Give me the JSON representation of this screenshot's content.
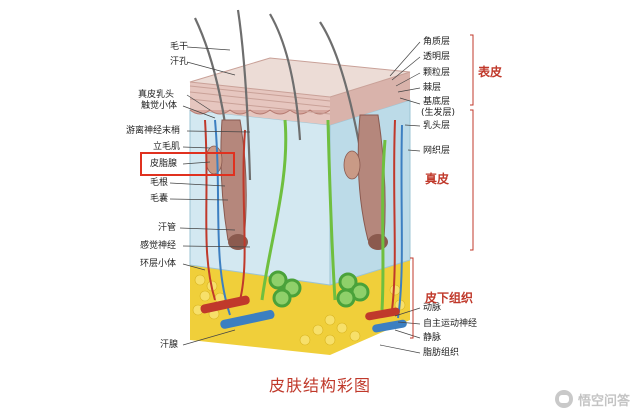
{
  "caption": "皮肤结构彩图",
  "watermark": {
    "text": "悟空问答",
    "icon": "wukong-logo-icon"
  },
  "labels_left": [
    {
      "id": "maogan",
      "text": "毛干"
    },
    {
      "id": "hankong",
      "text": "汗孔"
    },
    {
      "id": "zhenpiruto",
      "text": "真皮乳头"
    },
    {
      "id": "chujuexiaoti",
      "text": "触觉小体"
    },
    {
      "id": "youlishenjing",
      "text": "游离神经末梢"
    },
    {
      "id": "limaoji",
      "text": "立毛肌"
    },
    {
      "id": "pizhixian",
      "text": "皮脂腺"
    },
    {
      "id": "maogen",
      "text": "毛根"
    },
    {
      "id": "maonang",
      "text": "毛囊"
    },
    {
      "id": "hanguan",
      "text": "汗管"
    },
    {
      "id": "ganjueshenjing",
      "text": "感觉神经"
    },
    {
      "id": "huancengxiaoti",
      "text": "环层小体"
    },
    {
      "id": "hanxian",
      "text": "汗腺"
    }
  ],
  "labels_right": [
    {
      "id": "jiaozhiceng",
      "text": "角质层"
    },
    {
      "id": "toumingceng",
      "text": "透明层"
    },
    {
      "id": "keliceng",
      "text": "颗粒层"
    },
    {
      "id": "jiceng",
      "text": "棘层"
    },
    {
      "id": "jidiceng",
      "text": "基底层"
    },
    {
      "id": "shengfaceng",
      "text": "(生发层)"
    },
    {
      "id": "rutouceng",
      "text": "乳头层"
    },
    {
      "id": "wangzhiceng",
      "text": "网织层"
    },
    {
      "id": "dongmai",
      "text": "动脉"
    },
    {
      "id": "zizhushenjing",
      "text": "自主运动神经"
    },
    {
      "id": "jingmai",
      "text": "静脉"
    },
    {
      "id": "zhifangzuzhi",
      "text": "脂肪组织"
    }
  ],
  "groups": [
    {
      "id": "biaopi",
      "text": "表皮"
    },
    {
      "id": "zhenpi",
      "text": "真皮"
    },
    {
      "id": "pixiazuzhi",
      "text": "皮下组织"
    }
  ],
  "highlighted_label": "皮脂腺",
  "colors": {
    "accent": "#c0392b",
    "highlight_box": "#e0311f",
    "dermis": "#cfe6ef",
    "epidermis": "#e7cbc4",
    "fat": "#f0cf3a",
    "nerve": "#6fbf3f",
    "artery": "#c0392b",
    "vein": "#3c7fc1"
  }
}
